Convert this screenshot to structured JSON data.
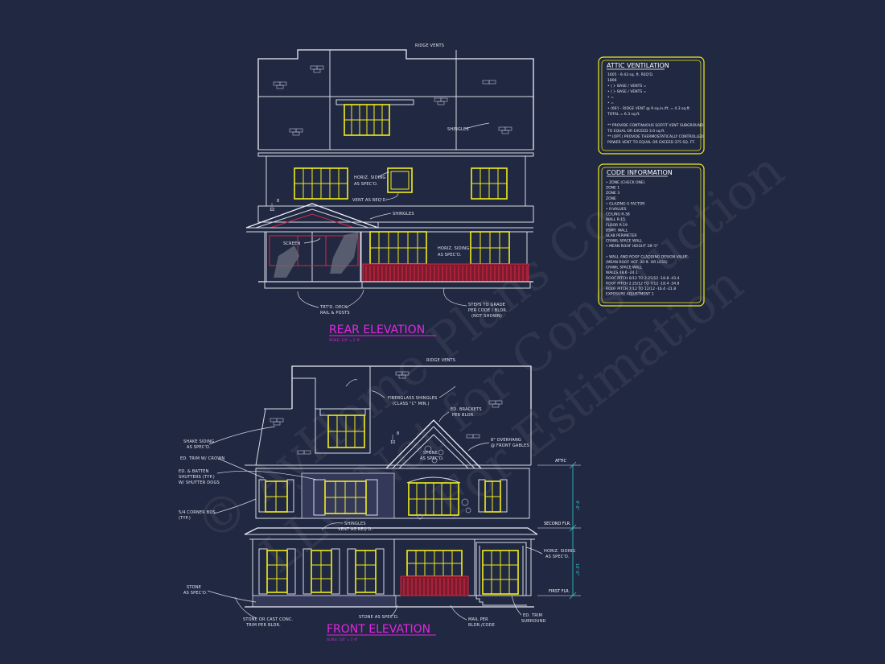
{
  "watermark": {
    "line1": "© AyHome Plans Co.",
    "line2": "LLC Not for Construction",
    "line3": "For Estimation"
  },
  "rear": {
    "title": "REAR ELEVATION",
    "scale": "SCALE: 1/4\" = 1'-0\"",
    "labels": {
      "ridge_vents": "RIDGE VENTS",
      "shingles": "SHINGLES",
      "horiz_siding_1": "HORIZ. SIDING",
      "horiz_siding_1b": "AS SPEC'D.",
      "vent": "VENT AS REQ'D.",
      "shingles_2": "SHINGLES",
      "screen": "SCREEN",
      "horiz_siding_2": "HORIZ. SIDING",
      "horiz_siding_2b": "AS SPEC'D.",
      "deck_1": "TRT'D. DECK,",
      "deck_2": "RAIL & POSTS",
      "steps_1": "STEPS TO GRADE",
      "steps_2": "PER CODE / BLDR.",
      "steps_3": "(NOT SHOWN)"
    }
  },
  "front": {
    "title": "FRONT ELEVATION",
    "scale": "SCALE: 1/4\" = 1'-0\"",
    "labels": {
      "ridge_vents": "RIDGE VENTS",
      "fiberglass_1": "FIBERGLASS SHINGLES",
      "fiberglass_2": "(CLASS \"C\" MIN.)",
      "brackets_1": "ED. BRACKETS",
      "brackets_2": "PER BLDR.",
      "shake_1": "SHAKE SIDING",
      "shake_2": "AS SPEC'D.",
      "trim_crown": "ED. TRIM W/ CROWN",
      "shutters_1": "ED. & BATTEN",
      "shutters_2": "SHUTTERS (TYP.)",
      "shutters_3": "W/ SHUTTER DOGS",
      "overhang_1": "8\" OVERHANG",
      "overhang_2": "@ FRONT GABLES",
      "stone_1": "STONE",
      "stone_1b": "AS SPEC'D.",
      "corner_1": "5/4 CORNER BDS.",
      "corner_2": "(TYP.)",
      "shingles": "SHINGLES",
      "vent": "VENT AS REQ'D.",
      "horiz_1": "HORIZ. SIDING",
      "horiz_2": "AS SPEC'D.",
      "stone_2": "STONE",
      "stone_2b": "AS SPEC'D.",
      "cast_1": "STONE OR CAST CONC.",
      "cast_2": "TRIM PER BLDR.",
      "stone_3": "STONE AS SPEC'D.",
      "mail_1": "MAIL PER",
      "mail_2": "BLDR./CODE",
      "trim_1": "ED. TRIM",
      "trim_2": "SURROUND"
    },
    "levels": {
      "attic": "ATTIC",
      "second": "SECOND FLR.",
      "first": "FIRST FLR."
    },
    "dims": {
      "upper": "9'-0\"",
      "lower": "10'-0\""
    }
  },
  "attic_box": {
    "title": "ATTIC VENTILATION",
    "lines": [
      "1605 - 9.43 sq. ft. REQ'D.",
      "1806",
      "• (  )-     BASE     /     VENTS  =",
      "• (  )-     BASE     /     VENTS  =",
      "•                                       =",
      "•                                       =",
      "• (66') - RIDGE VENT @ 9 sq.in./ft. = 4.3 sq.ft.",
      "                                  TOTAL       = 6.3 sq.ft.",
      "",
      "** PROVIDE CONTINUOUS SOFFIT VENT SUBGROUND",
      "    TO EQUAL OR EXCEED 3.0 sq.ft.",
      "** (OPT.) PROVIDE THERMOSTATICALLY CONTROLLED",
      "    POWER VENT TO EQUAL OR EXCEED 375 SQ. FT."
    ]
  },
  "code_box": {
    "title": "CODE INFORMATION",
    "lines": [
      "• ZONE (CHECK ONE)",
      "     ZONE 1",
      "     ZONE 3",
      "     ZONE",
      "• GLAZING U FACTOR",
      "• R-VALUES",
      "     CEILING                R-38",
      "     WALL                   R-15",
      "     FLOOR                  R-19",
      "     BSMT. WALL",
      "     SLAB PERIMETER",
      "     CRAWL SPACE WALL",
      "• MEAN ROOF HEIGHT     28'-5\"",
      "",
      "• WALL AND ROOF CLADDING DESIGN VALUE-",
      "   (MEAN ROOF HGT. 30 ft. OR LESS)",
      "     CRAWL SPACE WALL",
      "     WALLS                  48.6  -24.1",
      "     ROOF PITCH 0/12 TO 2.25/12    -18.8  -43.4",
      "     ROOF PITCH 2.25/12 TO 7/12   -18.4  -34.8",
      "     ROOF PITCH 7/12 TO 12/12     -16.4  -21.8",
      "     EXPOSURE ADJUSTMENT          1"
    ]
  }
}
